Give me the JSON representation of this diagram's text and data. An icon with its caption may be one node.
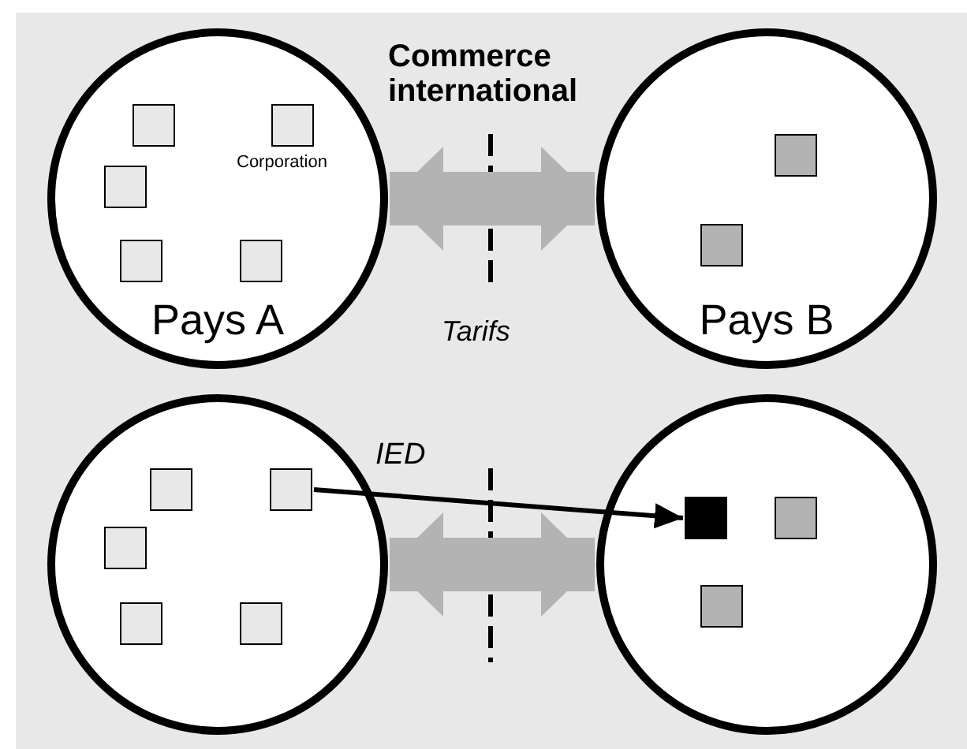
{
  "diagram": {
    "nodes": [
      {
        "text": [
          "Pays A"
        ]
      },
      {
        "text": [],
        "shape": "box",
        "in": 0
      },
      {
        "text": [],
        "shape": "box",
        "in": 0,
        "beside": [
          "Corporation"
        ]
      },
      {
        "text": [],
        "shape": "box",
        "in": 0
      },
      {
        "text": [],
        "shape": "box",
        "in": 0
      },
      {
        "text": [],
        "shape": "box",
        "in": 0
      },
      {
        "text": [
          "Pays B"
        ]
      },
      {
        "text": [],
        "shape": "box",
        "in": 6
      },
      {
        "text": [],
        "shape": "box",
        "in": 6
      },
      {
        "text": [],
        "shape": "circle"
      },
      {
        "text": [],
        "shape": "box",
        "in": 9
      },
      {
        "text": [],
        "shape": "box",
        "in": 9
      },
      {
        "text": [],
        "shape": "box",
        "in": 9
      },
      {
        "text": [],
        "shape": "box",
        "in": 9
      },
      {
        "text": [],
        "shape": "box",
        "in": 9
      },
      {
        "text": [],
        "shape": "circle"
      },
      {
        "text": [],
        "shape": "box",
        "in": 15
      },
      {
        "text": [],
        "shape": "box",
        "in": 15
      },
      {
        "text": [],
        "shape": "box",
        "in": 15
      }
    ],
    "edges": [
      {
        "from": 0,
        "to": 6,
        "arrow": "both"
      },
      {
        "from": 9,
        "to": 15,
        "arrow": "both"
      },
      {
        "from": 11,
        "to": 16,
        "arrow": "to",
        "label": "IED",
        "color": "#000000"
      }
    ],
    "labels": [
      "Commerce international",
      "Tarifs"
    ]
  }
}
